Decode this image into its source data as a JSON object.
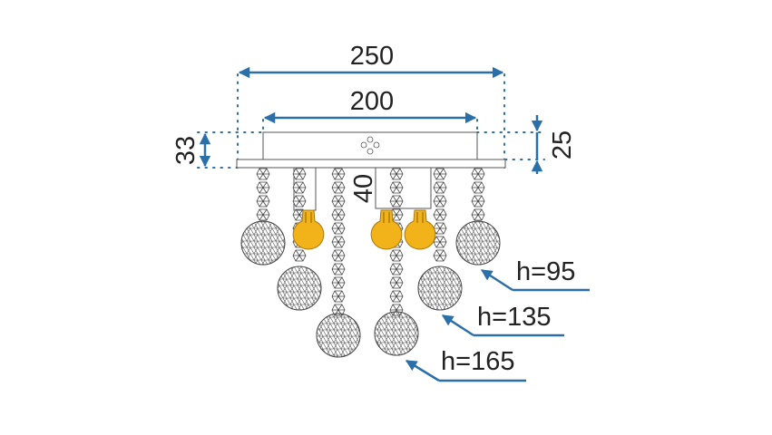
{
  "dimensions": {
    "overall_width": "250",
    "canopy_width": "200",
    "overall_height": "33",
    "canopy_height": "25",
    "socket_drop": "40"
  },
  "pendant_heights": [
    {
      "label": "h=95"
    },
    {
      "label": "h=135"
    },
    {
      "label": "h=165"
    }
  ],
  "colors": {
    "dimension_line": "#2a6fa8",
    "bulb": "#f2b31a",
    "outline": "#444444"
  }
}
